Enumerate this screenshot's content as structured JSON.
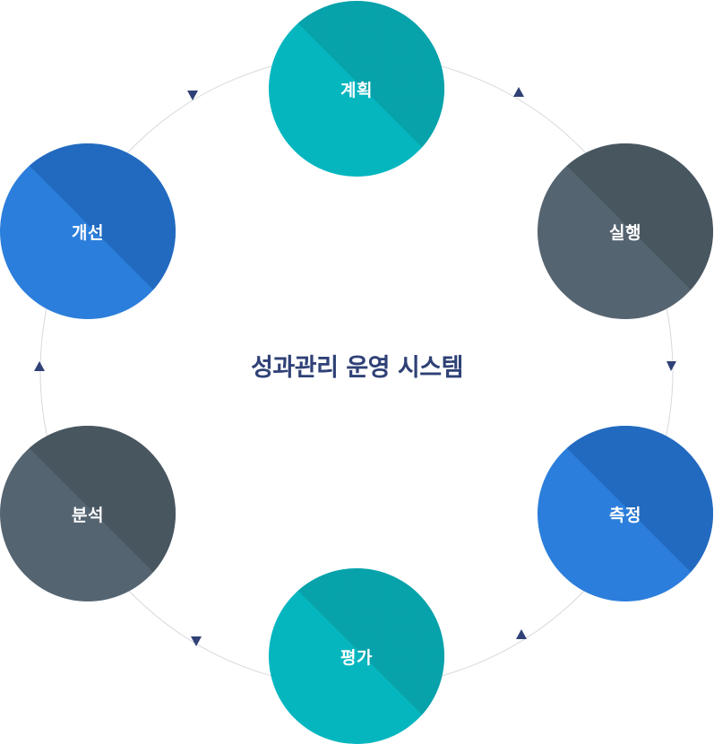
{
  "center_title": "성과관리 운영 시스템",
  "nodes": [
    {
      "id": "plan",
      "label": "계획",
      "color": "#05b6bf",
      "dark": "#079ea7"
    },
    {
      "id": "execute",
      "label": "실행",
      "color": "#556471",
      "dark": "#46535d"
    },
    {
      "id": "measure",
      "label": "측정",
      "color": "#2b7edb",
      "dark": "#2167bb"
    },
    {
      "id": "evaluate",
      "label": "평가",
      "color": "#05b6bf",
      "dark": "#079ea7"
    },
    {
      "id": "analyze",
      "label": "분석",
      "color": "#556471",
      "dark": "#46535d"
    },
    {
      "id": "improve",
      "label": "개선",
      "color": "#2b7edb",
      "dark": "#2167bb"
    }
  ],
  "colors": {
    "ring": "#d6d9dd",
    "arrow": "#2f4176"
  }
}
